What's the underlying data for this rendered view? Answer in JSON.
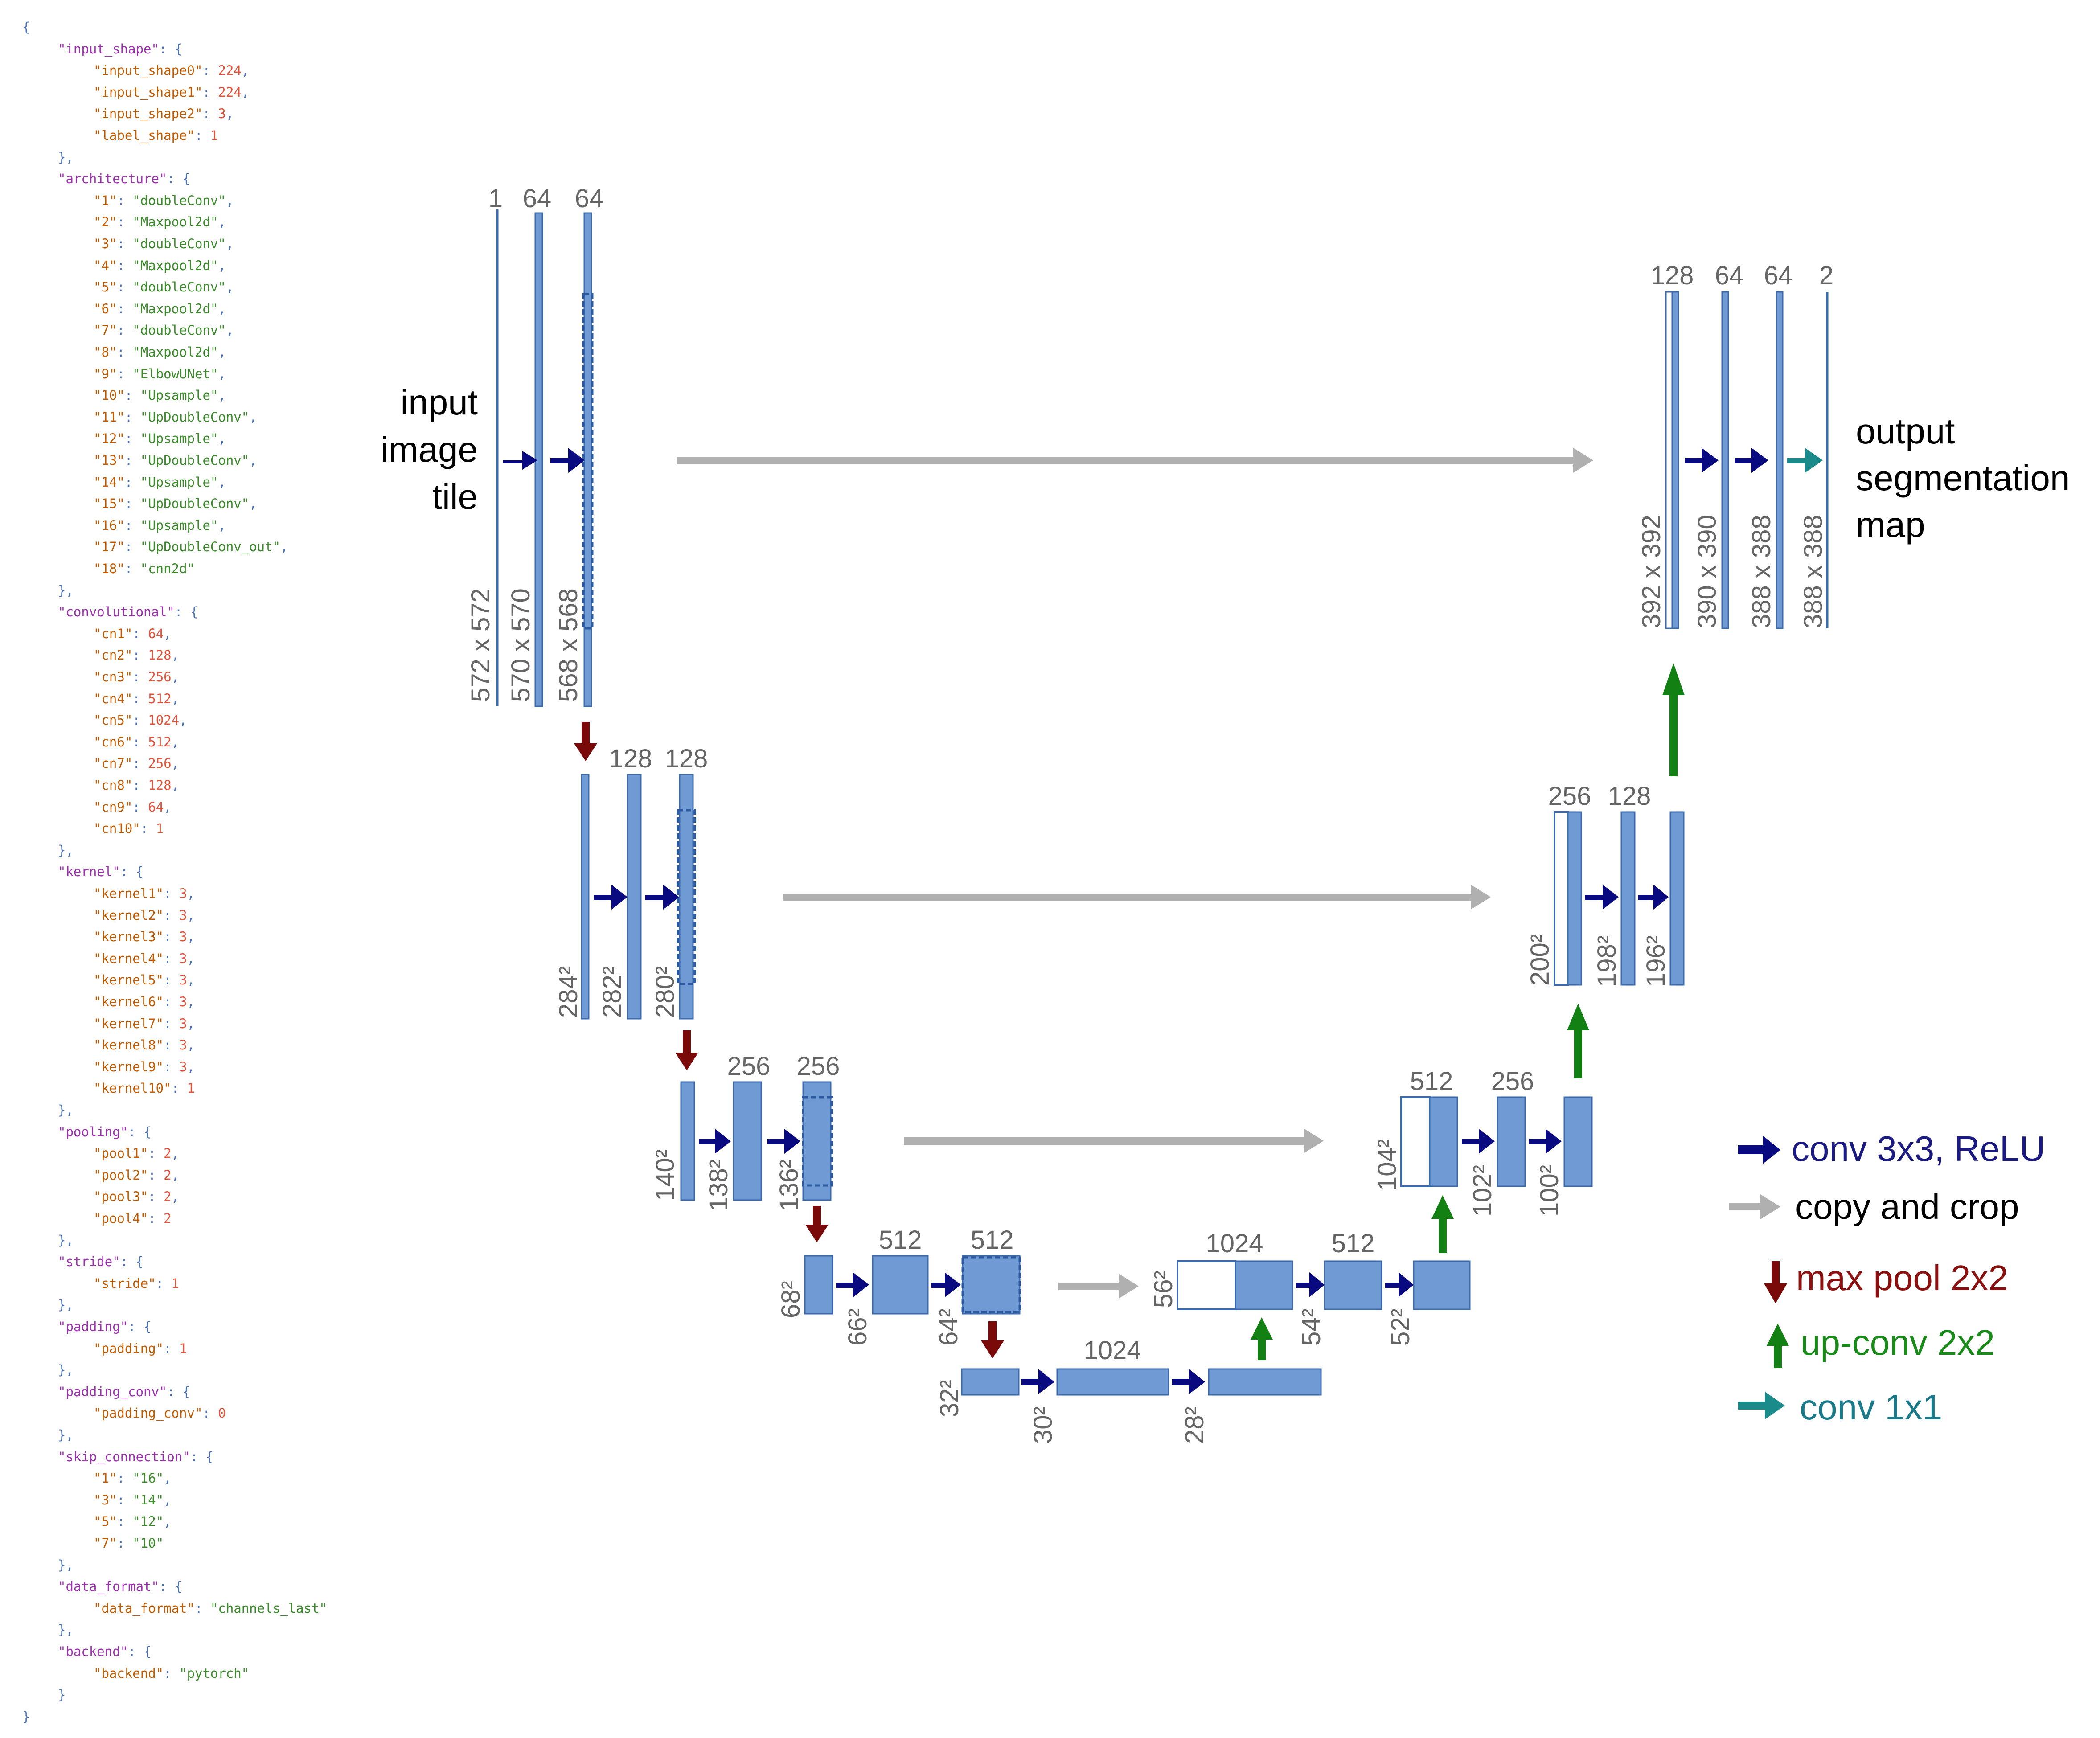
{
  "json_text": {
    "open_brace": "{",
    "close_brace": "}",
    "groups": [
      {
        "key": "input_shape",
        "entries": [
          {
            "k": "input_shape0",
            "v": "224",
            "t": "n"
          },
          {
            "k": "input_shape1",
            "v": "224",
            "t": "n"
          },
          {
            "k": "input_shape2",
            "v": "3",
            "t": "n"
          },
          {
            "k": "label_shape",
            "v": "1",
            "t": "n"
          }
        ]
      },
      {
        "key": "architecture",
        "entries": [
          {
            "k": "1",
            "v": "doubleConv",
            "t": "s"
          },
          {
            "k": "2",
            "v": "Maxpool2d",
            "t": "s"
          },
          {
            "k": "3",
            "v": "doubleConv",
            "t": "s"
          },
          {
            "k": "4",
            "v": "Maxpool2d",
            "t": "s"
          },
          {
            "k": "5",
            "v": "doubleConv",
            "t": "s"
          },
          {
            "k": "6",
            "v": "Maxpool2d",
            "t": "s"
          },
          {
            "k": "7",
            "v": "doubleConv",
            "t": "s"
          },
          {
            "k": "8",
            "v": "Maxpool2d",
            "t": "s"
          },
          {
            "k": "9",
            "v": "ElbowUNet",
            "t": "s"
          },
          {
            "k": "10",
            "v": "Upsample",
            "t": "s"
          },
          {
            "k": "11",
            "v": "UpDoubleConv",
            "t": "s"
          },
          {
            "k": "12",
            "v": "Upsample",
            "t": "s"
          },
          {
            "k": "13",
            "v": "UpDoubleConv",
            "t": "s"
          },
          {
            "k": "14",
            "v": "Upsample",
            "t": "s"
          },
          {
            "k": "15",
            "v": "UpDoubleConv",
            "t": "s"
          },
          {
            "k": "16",
            "v": "Upsample",
            "t": "s"
          },
          {
            "k": "17",
            "v": "UpDoubleConv_out",
            "t": "s"
          },
          {
            "k": "18",
            "v": "cnn2d",
            "t": "s"
          }
        ]
      },
      {
        "key": "convolutional",
        "entries": [
          {
            "k": "cn1",
            "v": "64",
            "t": "n"
          },
          {
            "k": "cn2",
            "v": "128",
            "t": "n"
          },
          {
            "k": "cn3",
            "v": "256",
            "t": "n"
          },
          {
            "k": "cn4",
            "v": "512",
            "t": "n"
          },
          {
            "k": "cn5",
            "v": "1024",
            "t": "n"
          },
          {
            "k": "cn6",
            "v": "512",
            "t": "n"
          },
          {
            "k": "cn7",
            "v": "256",
            "t": "n"
          },
          {
            "k": "cn8",
            "v": "128",
            "t": "n"
          },
          {
            "k": "cn9",
            "v": "64",
            "t": "n"
          },
          {
            "k": "cn10",
            "v": "1",
            "t": "n"
          }
        ]
      },
      {
        "key": "kernel",
        "entries": [
          {
            "k": "kernel1",
            "v": "3",
            "t": "n"
          },
          {
            "k": "kernel2",
            "v": "3",
            "t": "n"
          },
          {
            "k": "kernel3",
            "v": "3",
            "t": "n"
          },
          {
            "k": "kernel4",
            "v": "3",
            "t": "n"
          },
          {
            "k": "kernel5",
            "v": "3",
            "t": "n"
          },
          {
            "k": "kernel6",
            "v": "3",
            "t": "n"
          },
          {
            "k": "kernel7",
            "v": "3",
            "t": "n"
          },
          {
            "k": "kernel8",
            "v": "3",
            "t": "n"
          },
          {
            "k": "kernel9",
            "v": "3",
            "t": "n"
          },
          {
            "k": "kernel10",
            "v": "1",
            "t": "n"
          }
        ]
      },
      {
        "key": "pooling",
        "entries": [
          {
            "k": "pool1",
            "v": "2",
            "t": "n"
          },
          {
            "k": "pool2",
            "v": "2",
            "t": "n"
          },
          {
            "k": "pool3",
            "v": "2",
            "t": "n"
          },
          {
            "k": "pool4",
            "v": "2",
            "t": "n"
          }
        ]
      },
      {
        "key": "stride",
        "entries": [
          {
            "k": "stride",
            "v": "1",
            "t": "n"
          }
        ]
      },
      {
        "key": "padding",
        "entries": [
          {
            "k": "padding",
            "v": "1",
            "t": "n"
          }
        ]
      },
      {
        "key": "padding_conv",
        "entries": [
          {
            "k": "padding_conv",
            "v": "0",
            "t": "n"
          }
        ]
      },
      {
        "key": "skip_connection",
        "entries": [
          {
            "k": "1",
            "v": "16",
            "t": "s"
          },
          {
            "k": "3",
            "v": "14",
            "t": "s"
          },
          {
            "k": "5",
            "v": "12",
            "t": "s"
          },
          {
            "k": "7",
            "v": "10",
            "t": "s"
          }
        ]
      },
      {
        "key": "data_format",
        "entries": [
          {
            "k": "data_format",
            "v": "channels_last",
            "t": "s"
          }
        ]
      },
      {
        "key": "backend",
        "entries": [
          {
            "k": "backend",
            "v": "pytorch",
            "t": "s"
          }
        ]
      }
    ]
  },
  "diagram": {
    "input_label": [
      "input",
      "image",
      "tile"
    ],
    "output_label": [
      "output",
      "segmentation",
      "map"
    ],
    "channel_labels": {
      "c1": "1",
      "c64a": "64",
      "c64b": "64",
      "c128a": "128",
      "c128b": "128",
      "c256a": "256",
      "c256b": "256",
      "c512a": "512",
      "c512b": "512",
      "c1024a": "1024",
      "u1024": "1024",
      "u512a": "512",
      "u512b": "512",
      "u256a": "256",
      "u256b": "256",
      "u128a": "128",
      "u128b": "128",
      "u64a": "64",
      "u64b": "64",
      "u2": "2"
    },
    "size_labels": {
      "s572": "572 x 572",
      "s570": "570 x 570",
      "s568": "568 x 568",
      "s284": "284²",
      "s282": "282²",
      "s280": "280²",
      "s140": "140²",
      "s138": "138²",
      "s136": "136²",
      "s68": "68²",
      "s66": "66²",
      "s64": "64²",
      "s32": "32²",
      "s30": "30²",
      "s28": "28²",
      "s56": "56²",
      "s54": "54²",
      "s52": "52²",
      "s104": "104²",
      "s102": "102²",
      "s100": "100²",
      "s200": "200²",
      "s198": "198²",
      "s196": "196²",
      "s392": "392 x 392",
      "s390": "390 x 390",
      "s388a": "388 x 388",
      "s388b": "388 x 388"
    },
    "legend": [
      {
        "label": "conv 3x3, ReLU",
        "color": "#1a1a80",
        "arrow": "#0a0a80"
      },
      {
        "label": "copy and crop",
        "color": "#000000",
        "arrow": "#b0b0b0"
      },
      {
        "label": "max pool 2x2",
        "color": "#8b1010",
        "arrow": "#7a0a0a"
      },
      {
        "label": "up-conv 2x2",
        "color": "#1a8a1a",
        "arrow": "#128012"
      },
      {
        "label": "conv 1x1",
        "color": "#1a7a8a",
        "arrow": "#1a8a8a"
      }
    ],
    "colors": {
      "box_fill": "#6f9ad3",
      "box_stroke": "#3d6aa8",
      "size_text": "#666666",
      "channel_text": "#666666"
    }
  }
}
